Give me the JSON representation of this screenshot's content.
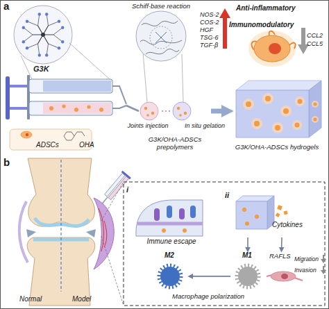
{
  "diagram": {
    "nodes": [
      {
        "text": [
          "G3K"
        ]
      },
      {
        "text": [
          "Schiff-base reaction"
        ]
      },
      {
        "text": [
          "Anti-inflammatory",
          "NOS-2",
          "COS-2",
          "HGF",
          "TSG-6",
          "TGF-β",
          "Immunomodulatory",
          "CCL2",
          "CCL5"
        ]
      },
      {
        "text": [
          "ADSCs",
          "OHA"
        ]
      },
      {
        "text": [
          "G3K/OHA-ADSCs prepolymers"
        ]
      },
      {
        "text": [
          "G3K/OHA-ADSCs hydrogels"
        ]
      },
      {
        "text": [
          "Normal",
          "Model"
        ]
      },
      {
        "text": [
          "i",
          "Immune escape"
        ]
      },
      {
        "text": [
          "ii",
          "Cytokines"
        ]
      },
      {
        "text": [
          "M2"
        ]
      },
      {
        "text": [
          "M1"
        ]
      },
      {
        "text": [
          "RAFLS",
          "Migration",
          "Invasion"
        ]
      }
    ],
    "edges": [
      {
        "from": 3,
        "to": 4,
        "label": "Joints injection",
        "arrow": "none"
      },
      {
        "from": 4,
        "to": 5,
        "label": "In situ gelation",
        "arrow": "to"
      },
      {
        "from": 8,
        "to": 10,
        "arrow": "to"
      },
      {
        "from": 8,
        "to": 11,
        "arrow": "to"
      },
      {
        "from": 10,
        "to": 9,
        "label": "Macrophage polarization",
        "arrow": "to"
      }
    ],
    "labels": [
      "a",
      "b"
    ]
  }
}
